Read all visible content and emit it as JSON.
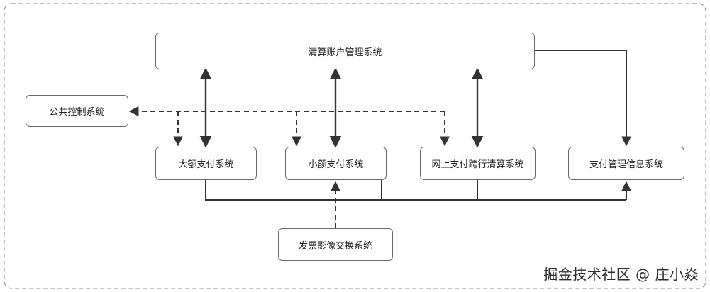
{
  "nodes": {
    "clearing_account": "清算账户管理系统",
    "public_control": "公共控制系统",
    "large_payment": "大额支付系统",
    "small_payment": "小额支付系统",
    "online_crossbank": "网上支付跨行清算系统",
    "payment_mgmt_info": "支付管理信息系统",
    "cheque_image": "发票影像交换系统"
  },
  "watermark": "掘金技术社区 @ 庄小焱"
}
